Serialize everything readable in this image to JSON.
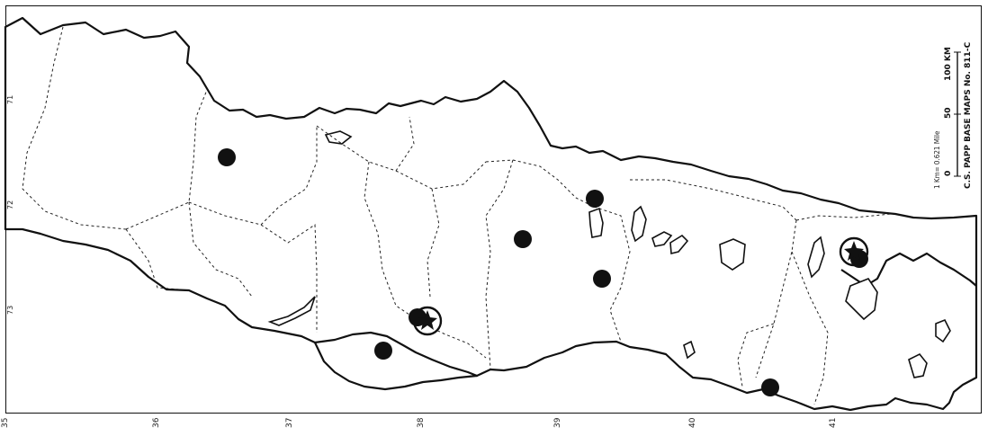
{
  "map": {
    "latitude_labels": [
      "71",
      "72",
      "73"
    ],
    "longitude_labels": [
      "35",
      "36",
      "37",
      "38",
      "39",
      "40",
      "41"
    ],
    "scale": {
      "conversion": "1 Km= 0.621 Mile",
      "ticks": [
        "0",
        "50",
        "100 KM"
      ],
      "credit": "C.S. PAPP BASE MAPS No. 811-C"
    },
    "markers": [
      {
        "kind": "dot"
      },
      {
        "kind": "dot"
      },
      {
        "kind": "dot"
      },
      {
        "kind": "dot"
      },
      {
        "kind": "dot"
      },
      {
        "kind": "dot"
      },
      {
        "kind": "dot"
      },
      {
        "kind": "circled-star"
      },
      {
        "kind": "circled-star"
      }
    ]
  }
}
